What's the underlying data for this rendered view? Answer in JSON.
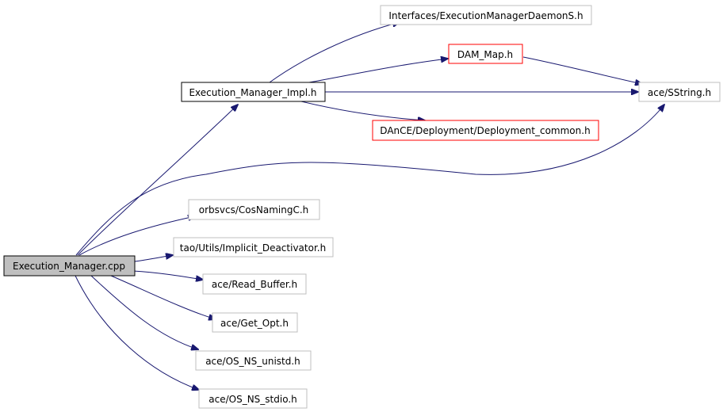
{
  "nodes": {
    "execution_manager_cpp": {
      "label": "Execution_Manager.cpp",
      "fill": "#bfbfbf",
      "stroke": "#000000"
    },
    "execution_manager_impl_h": {
      "label": "Execution_Manager_Impl.h",
      "fill": "#ffffff",
      "stroke": "#000000"
    },
    "interfaces_daemon_s_h": {
      "label": "Interfaces/ExecutionManagerDaemonS.h",
      "fill": "#ffffff",
      "stroke": "#bfbfbf"
    },
    "dam_map_h": {
      "label": "DAM_Map.h",
      "fill": "#ffffff",
      "stroke": "#ff0000"
    },
    "ace_sstring_h": {
      "label": "ace/SString.h",
      "fill": "#ffffff",
      "stroke": "#bfbfbf"
    },
    "dance_deployment_common_h": {
      "label": "DAnCE/Deployment/Deployment_common.h",
      "fill": "#ffffff",
      "stroke": "#ff0000"
    },
    "orbsvcs_cosnamingc_h": {
      "label": "orbsvcs/CosNamingC.h",
      "fill": "#ffffff",
      "stroke": "#bfbfbf"
    },
    "tao_implicit_deactivator_h": {
      "label": "tao/Utils/Implicit_Deactivator.h",
      "fill": "#ffffff",
      "stroke": "#bfbfbf"
    },
    "ace_read_buffer_h": {
      "label": "ace/Read_Buffer.h",
      "fill": "#ffffff",
      "stroke": "#bfbfbf"
    },
    "ace_get_opt_h": {
      "label": "ace/Get_Opt.h",
      "fill": "#ffffff",
      "stroke": "#bfbfbf"
    },
    "ace_os_ns_unistd_h": {
      "label": "ace/OS_NS_unistd.h",
      "fill": "#ffffff",
      "stroke": "#bfbfbf"
    },
    "ace_os_ns_stdio_h": {
      "label": "ace/OS_NS_stdio.h",
      "fill": "#ffffff",
      "stroke": "#bfbfbf"
    }
  },
  "edge_color": "#191970"
}
